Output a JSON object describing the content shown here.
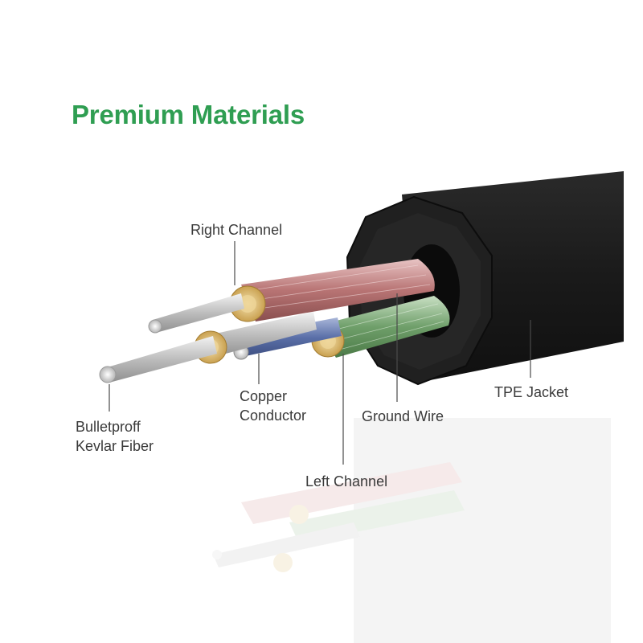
{
  "headline": "Premium Materials",
  "labels": {
    "right_channel": "Right Channel",
    "copper_line1": "Copper",
    "copper_line2": "Conductor",
    "ground_wire": "Ground Wire",
    "tpe_jacket": "TPE Jacket",
    "kevlar_line1": "Bulletproff",
    "kevlar_line2": "Kevlar Fiber",
    "left_channel": "Left Channel"
  },
  "colors": {
    "headline": "#2f9e52",
    "jacket": "#1c1c1c",
    "right_channel_wire": "#c98a8a",
    "left_channel_wire": "#7fb07a",
    "copper_blue": "#5a6fa8",
    "kevlar_fiber": "#c9c9c9",
    "copper_end": "#d9b76a"
  }
}
